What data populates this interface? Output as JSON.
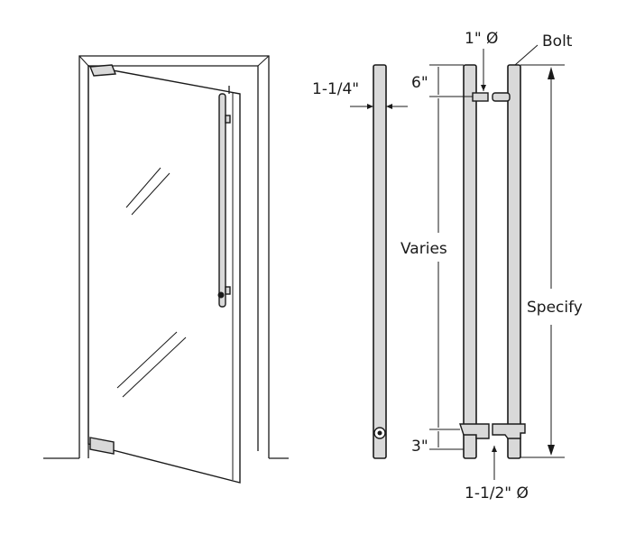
{
  "labels": {
    "diameter_1in": "1\" Ø",
    "bolt": "Bolt",
    "width_1_1_4": "1-1/4\"",
    "dim_6in": "6\"",
    "varies": "Varies",
    "specify": "Specify",
    "dim_3in": "3\"",
    "diameter_1_1_2": "1-1/2\" Ø"
  }
}
